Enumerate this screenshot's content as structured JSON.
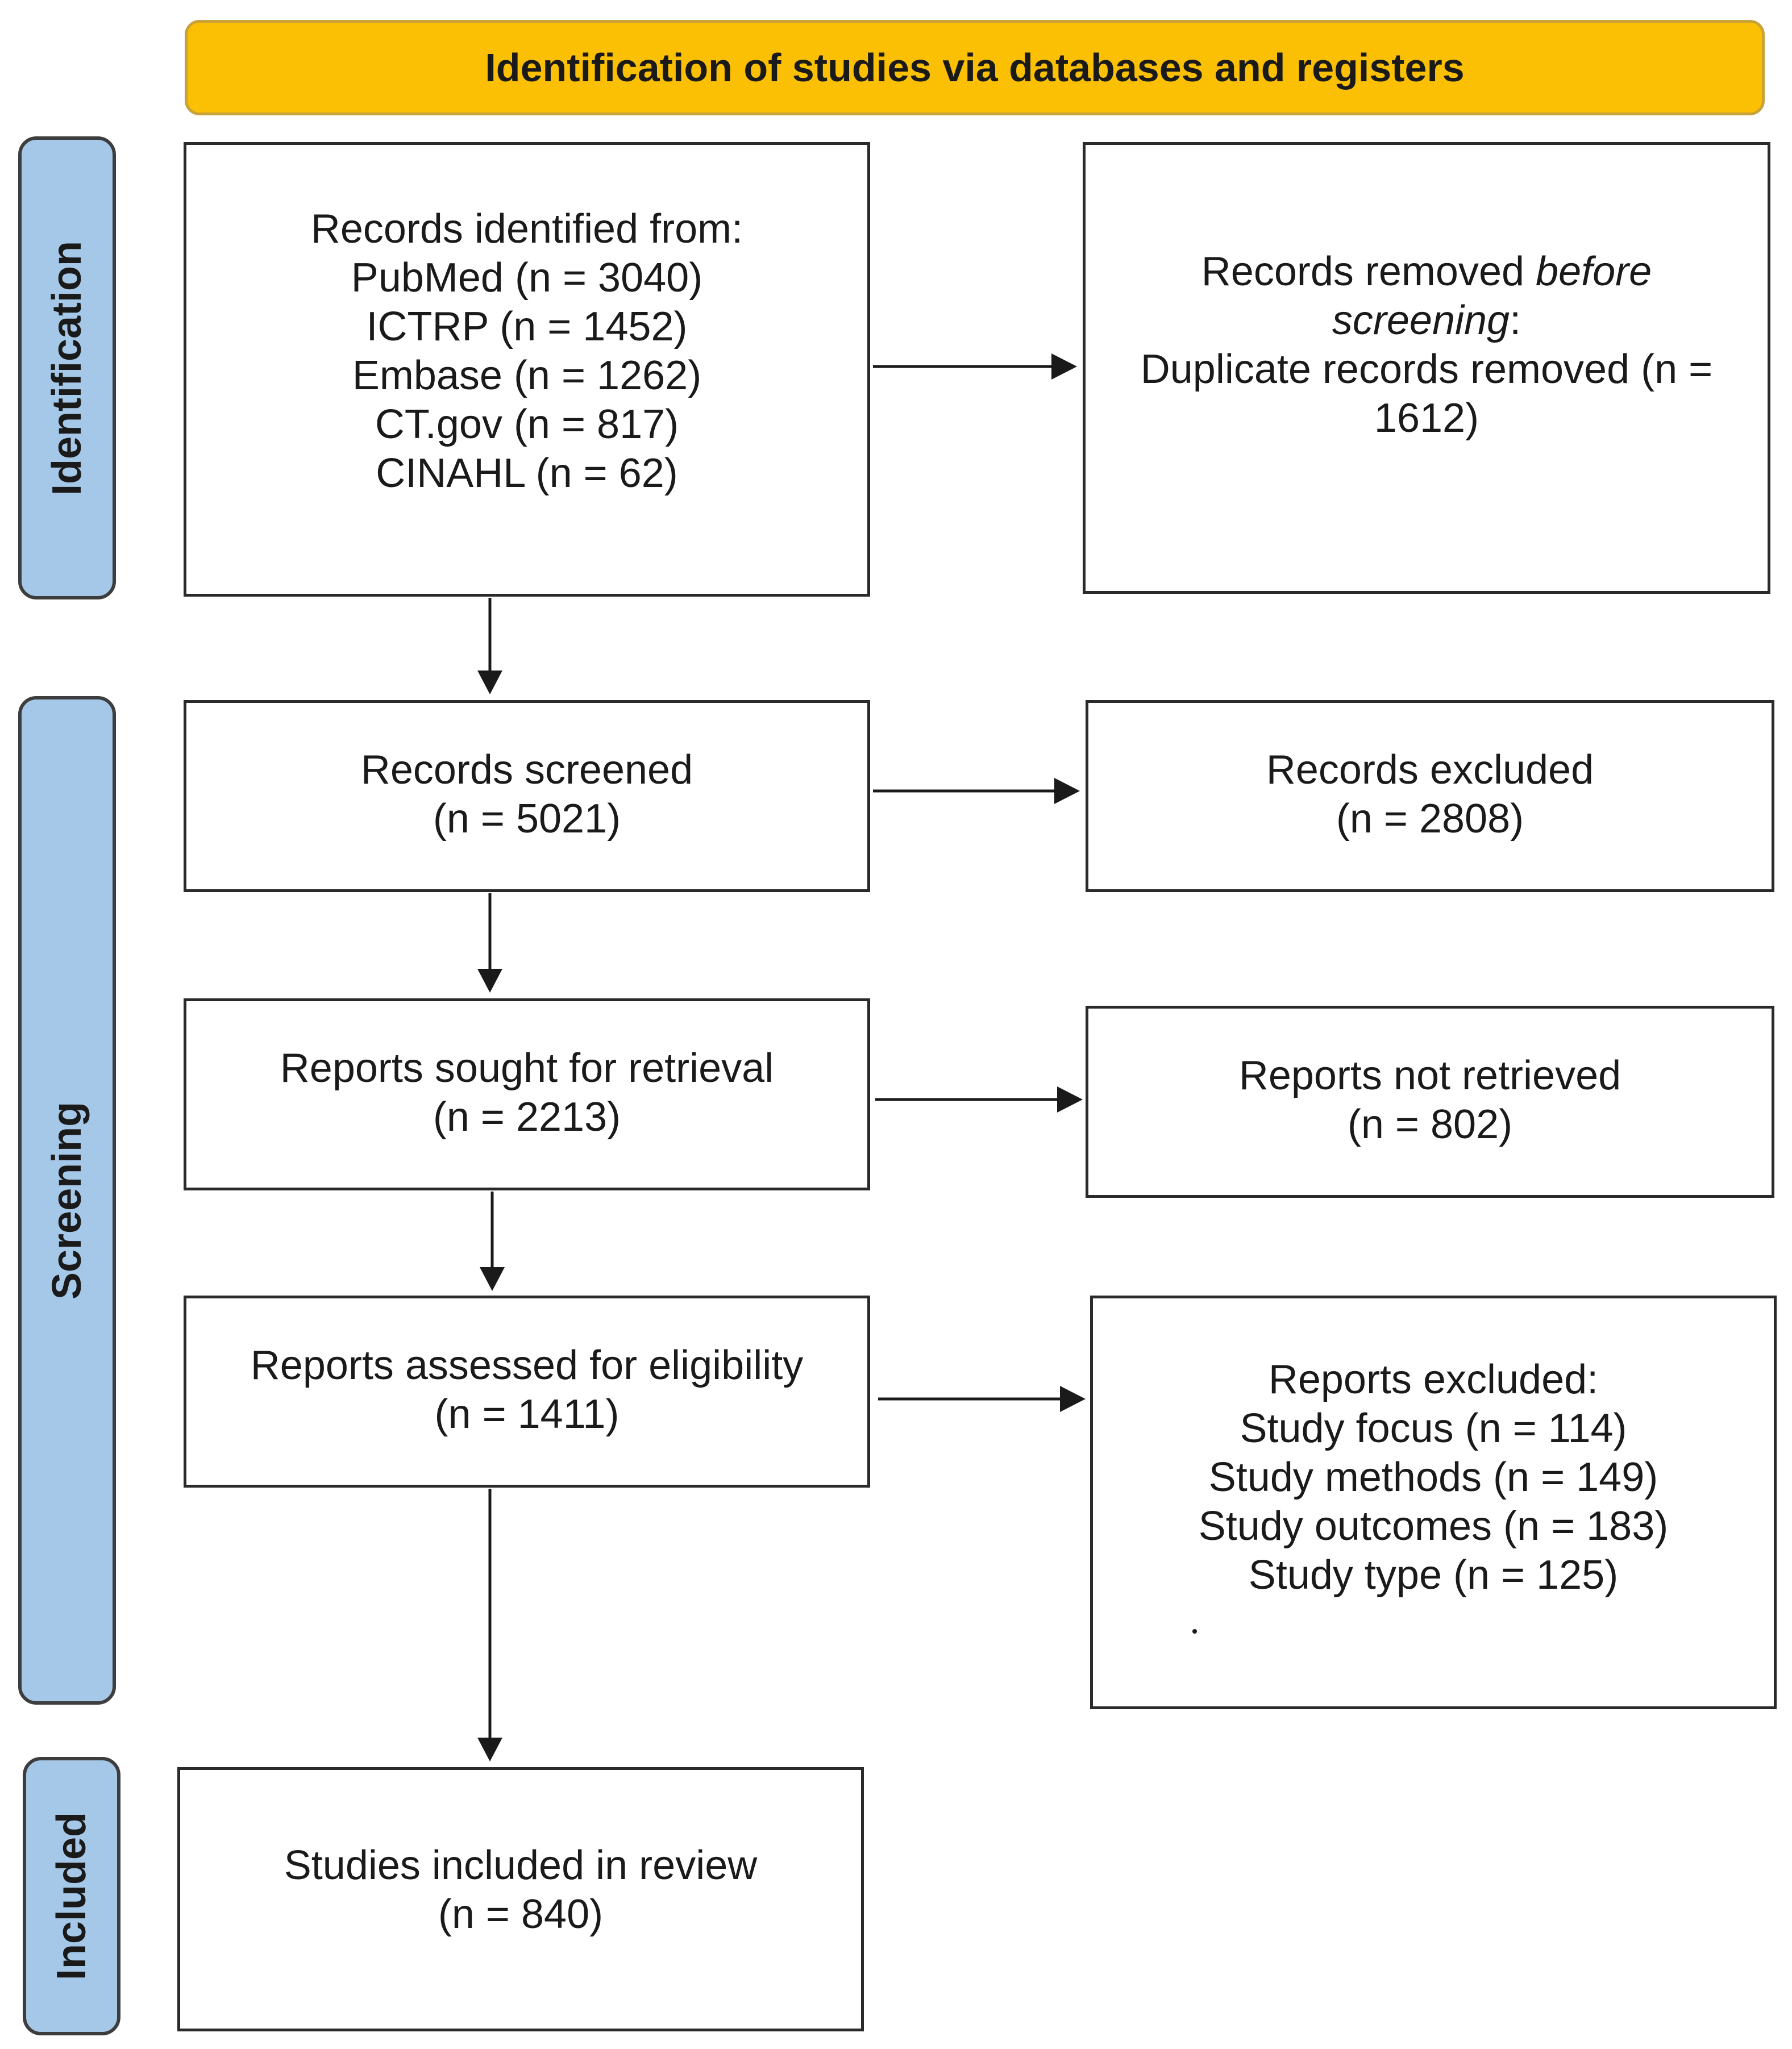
{
  "header": {
    "title": "Identification of studies via databases and registers"
  },
  "phases": {
    "identification": "Identification",
    "screening": "Screening",
    "included": "Included"
  },
  "identified": {
    "heading": "Records identified from:",
    "sources": [
      "PubMed (n =  3040)",
      "ICTRP (n =  1452)",
      "Embase (n =  1262)",
      "CT.gov (n = 817)",
      "CINAHL (n = 62)"
    ]
  },
  "removed": {
    "line1_prefix": "Records removed ",
    "line1_italic": "before",
    "line2_italic": "screening",
    "line2_suffix": ":",
    "line3": "Duplicate records removed  (n =",
    "line4": "1612)"
  },
  "screened": {
    "label": "Records screened",
    "count": "(n =  5021)"
  },
  "excluded": {
    "label": "Records excluded",
    "count": "(n =  2808)"
  },
  "sought": {
    "label": "Reports sought for retrieval",
    "count": "(n =  2213)"
  },
  "not_retrieved": {
    "label": "Reports not retrieved",
    "count": "(n = 802)"
  },
  "assessed": {
    "label": "Reports assessed for eligibility",
    "count": "(n =  1411)"
  },
  "reports_excluded": {
    "heading": "Reports excluded:",
    "reasons": [
      "Study focus (n = 114)",
      "Study methods (n = 149)",
      "Study outcomes (n = 183)",
      "Study type (n = 125)"
    ]
  },
  "included_box": {
    "label": "Studies included in review",
    "count": "(n = 840)"
  }
}
